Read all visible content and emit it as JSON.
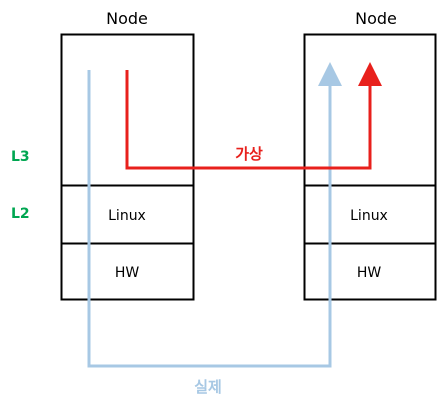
{
  "colors": {
    "level_label": "#00a651",
    "virtual_path": "#e8201c",
    "real_path": "#a7c8e4",
    "outline": "#000000"
  },
  "levels": {
    "l3": "L3",
    "l2": "L2"
  },
  "nodes": [
    {
      "title": "Node",
      "layers": [
        "Linux",
        "HW"
      ]
    },
    {
      "title": "Node",
      "layers": [
        "Linux",
        "HW"
      ]
    }
  ],
  "paths": {
    "virtual_label": "가상",
    "real_label": "실제"
  }
}
